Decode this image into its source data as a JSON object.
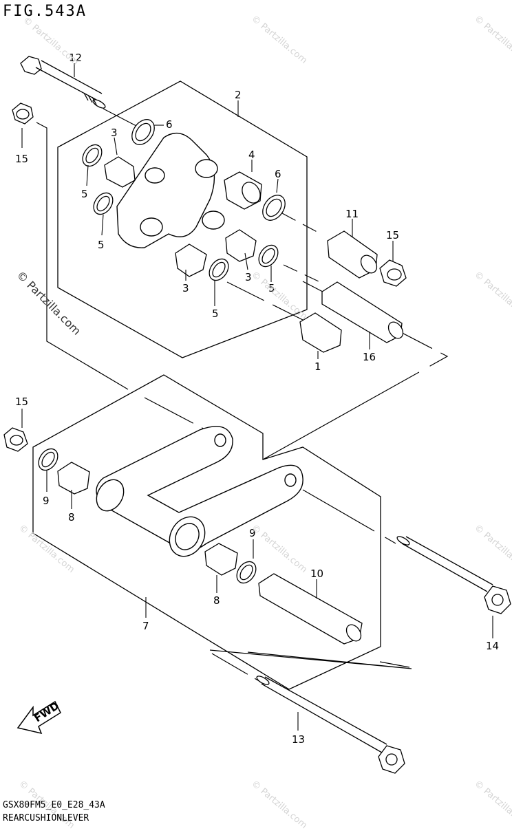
{
  "figure": {
    "title": "FIG.543A"
  },
  "footer": {
    "code": "GSX80FM5_E0_E28_43A",
    "name": "REARCUSHIONLEVER"
  },
  "watermark": {
    "text": "© Partzilla.com",
    "light_text": "© Partzilla.com"
  },
  "callouts": [
    "12",
    "2",
    "6",
    "15",
    "3",
    "4",
    "6",
    "5",
    "5",
    "11",
    "15",
    "3",
    "3",
    "5",
    "5",
    "1",
    "16",
    "15",
    "9",
    "8",
    "9",
    "10",
    "8",
    "7",
    "14",
    "13"
  ],
  "fwd_label": "FWD"
}
